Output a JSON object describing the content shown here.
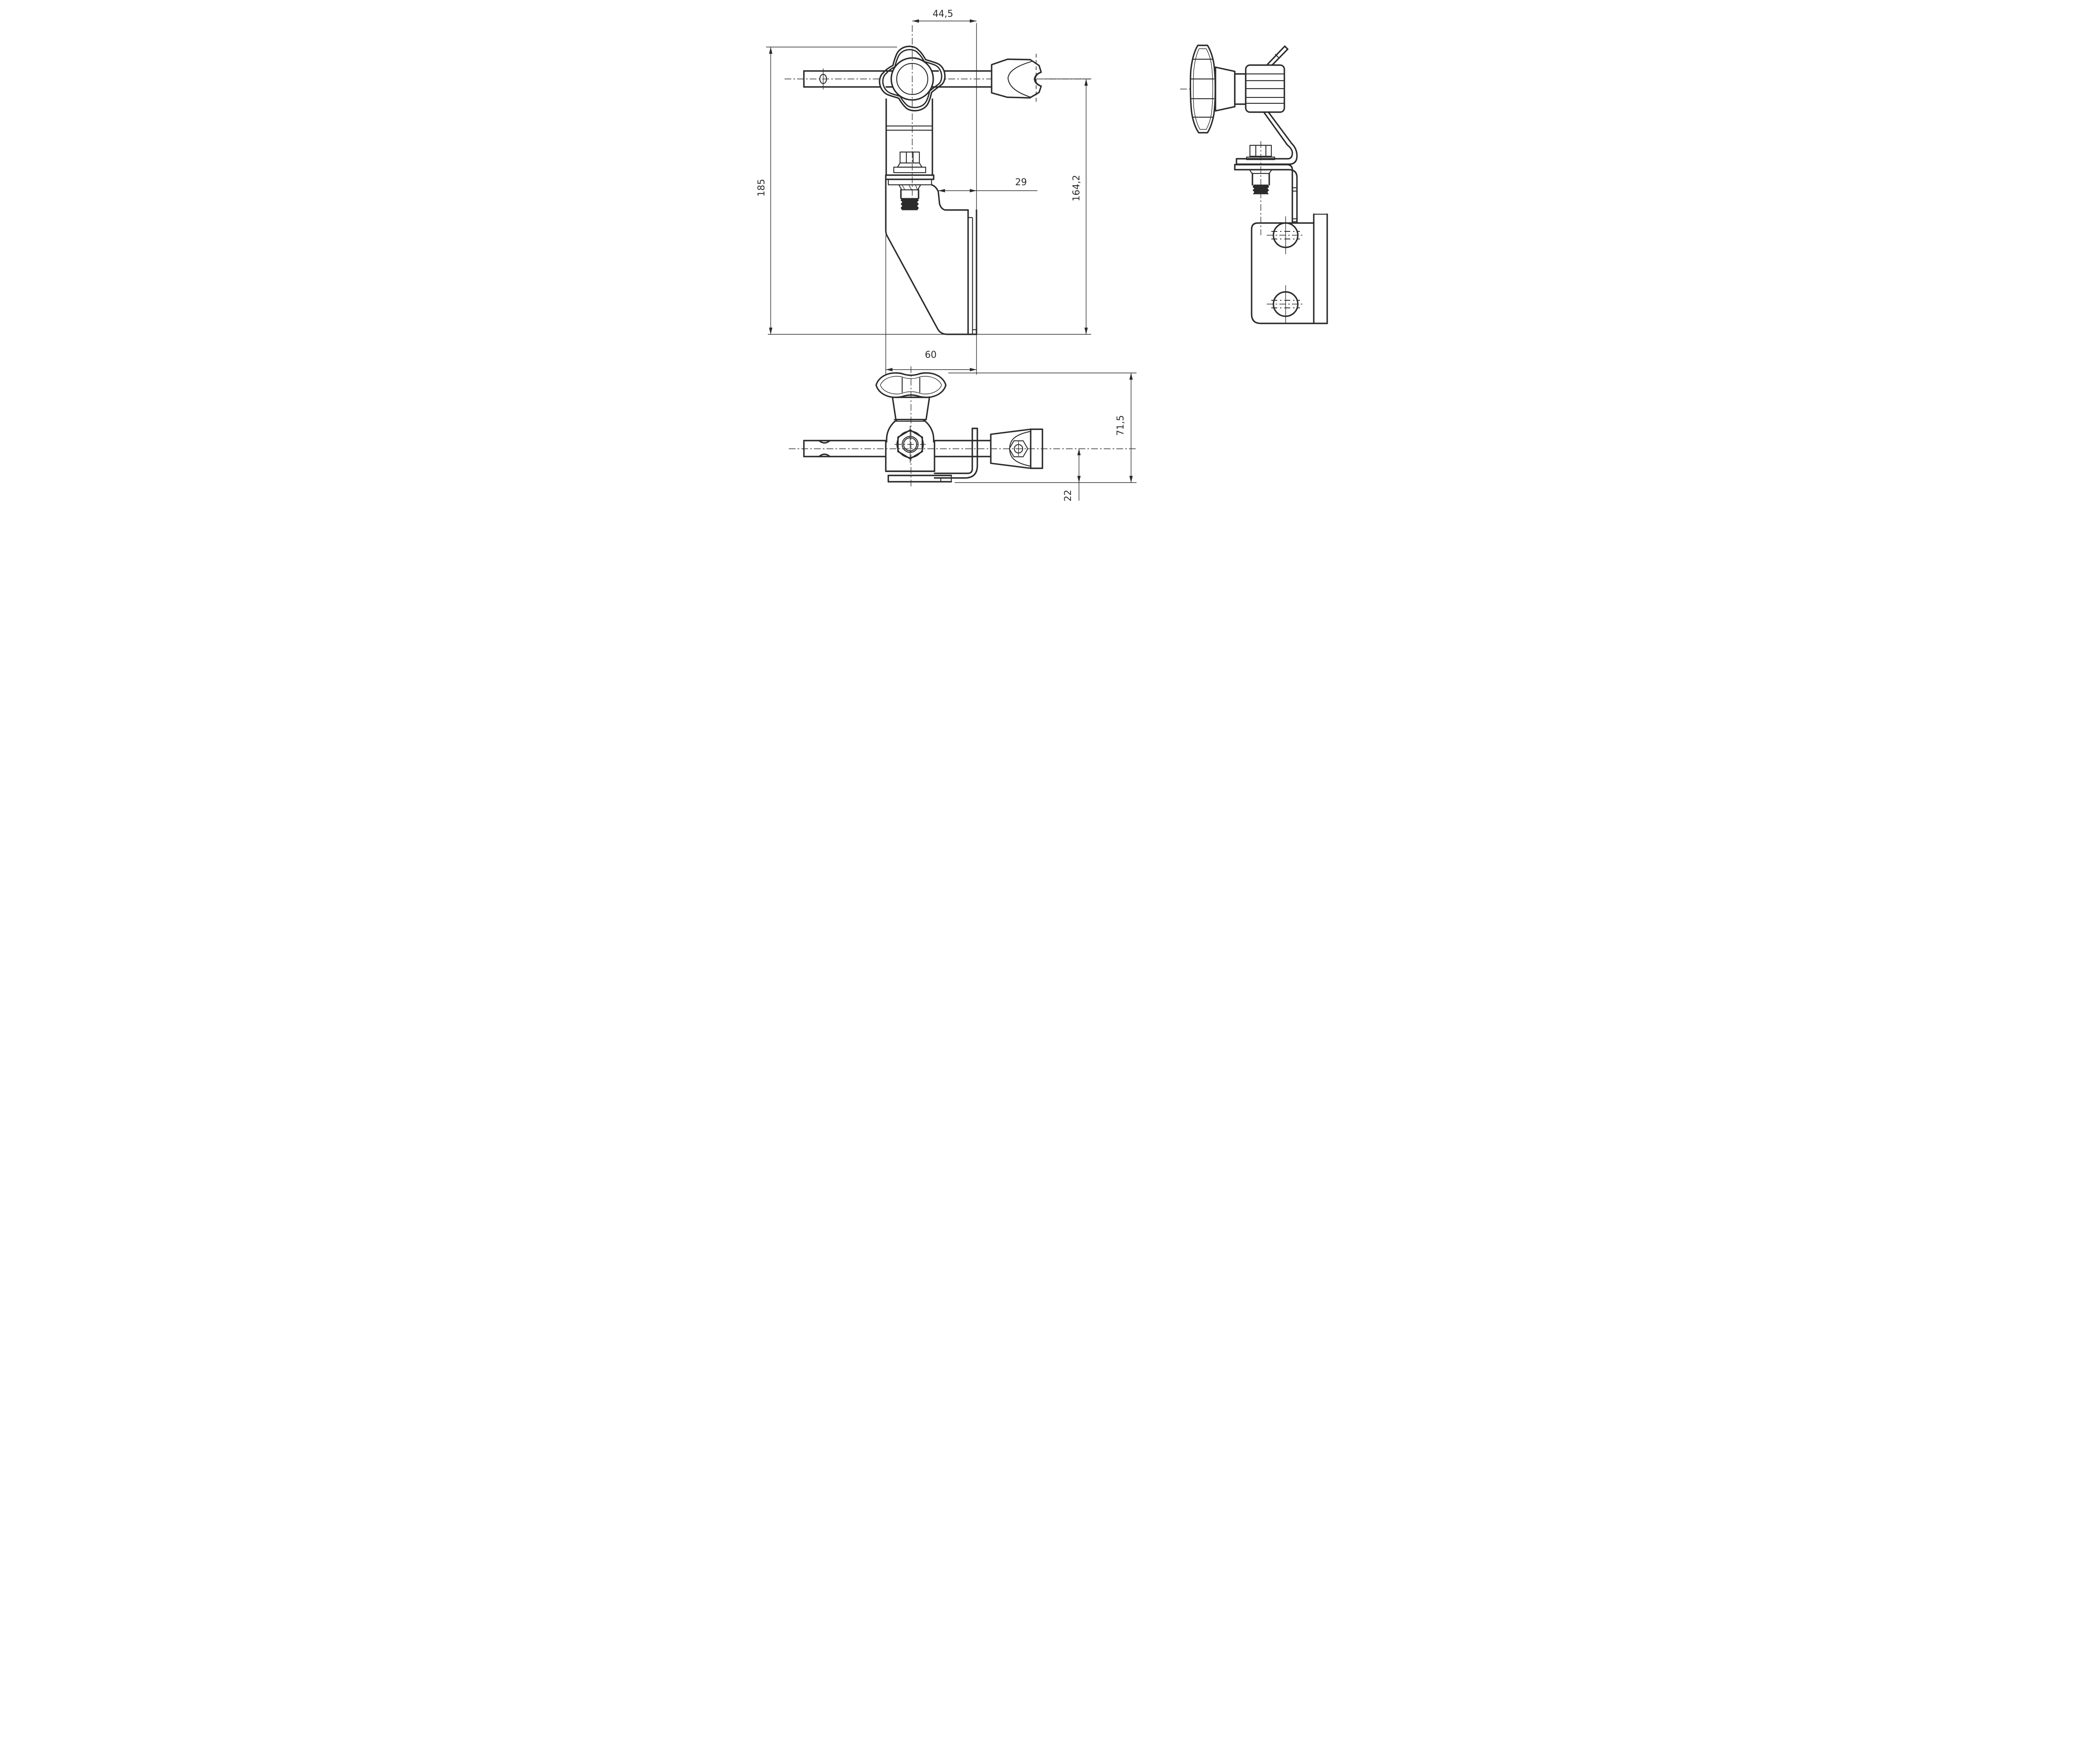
{
  "drawing": {
    "kind": "technical_drawing_3_views",
    "ink_color": "#2b2b2b",
    "paper_color": "#ffffff",
    "dimensions": {
      "top_width": "44,5",
      "overall_height": "185",
      "bracket_offset": "29",
      "axis_height": "164,2",
      "base_width": "60",
      "overall_depth": "71,5",
      "axis_offset": "22"
    }
  }
}
